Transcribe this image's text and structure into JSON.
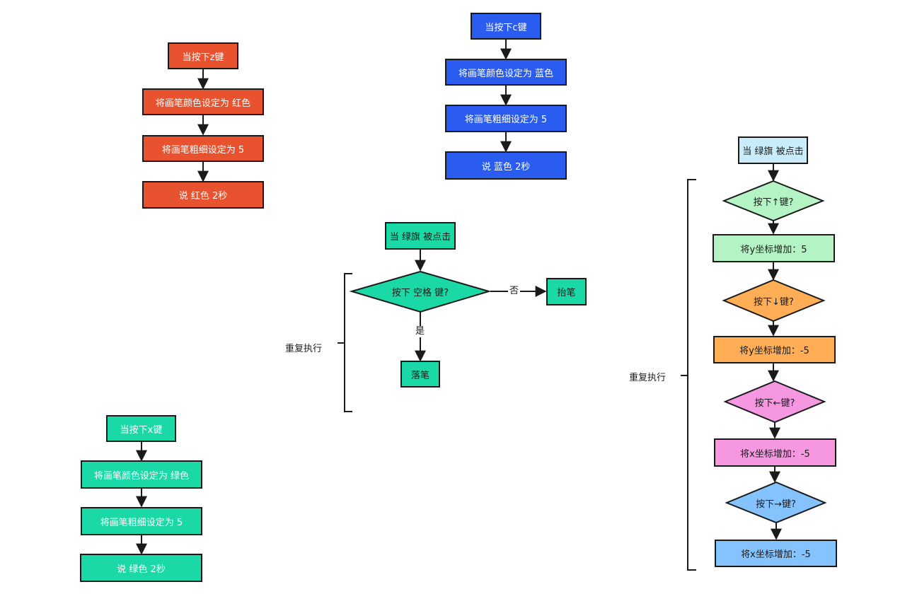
{
  "red_flow": {
    "trigger": "当按下z键",
    "set_color": "将画笔颜色设定为   红色",
    "set_size": "将画笔粗细设定为    5",
    "say": "说  红色  2秒"
  },
  "blue_flow": {
    "trigger": "当按下c键",
    "set_color": "将画笔颜色设定为    蓝色",
    "set_size": "将画笔粗细设定为    5",
    "say": "说  蓝色  2秒"
  },
  "green_flow": {
    "trigger": "当按下x键",
    "set_color": "将画笔颜色设定为    绿色",
    "set_size": "将画笔粗细设定为    5",
    "say": "说  绿色  2秒"
  },
  "pen_flow": {
    "start": "当  绿旗  被点击",
    "decision": "按下  空格  键?",
    "no_label": "否",
    "no_action": "抬笔",
    "yes_label": "是",
    "yes_action": "落笔",
    "loop_label": "重复执行"
  },
  "move_flow": {
    "start": "当  绿旗  被点击",
    "up_decision": "按下↑键?",
    "up_action": "将y坐标增加：5",
    "down_decision": "按下↓键?",
    "down_action": "将y坐标增加：-5",
    "left_decision": "按下←键?",
    "left_action": "将x坐标增加：-5",
    "right_decision": "按下→键?",
    "right_action": "将x坐标增加：-5",
    "loop_label": "重复执行"
  },
  "colors": {
    "red": "#e8522f",
    "blue": "#2a5cf0",
    "green": "#1bd9a6",
    "light_blue": "#c9ecfb",
    "mint": "#b4f4c4",
    "orange": "#ffae56",
    "pink": "#f597e1",
    "sky": "#85c3ff",
    "line": "#1a1a1a"
  }
}
